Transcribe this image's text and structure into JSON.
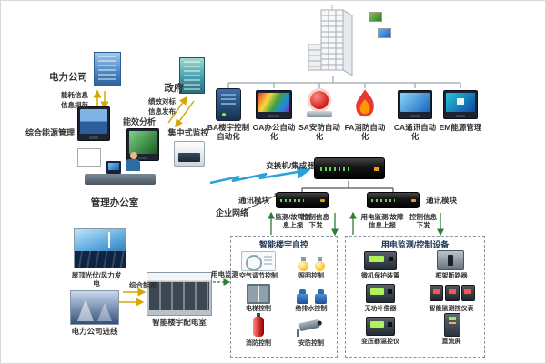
{
  "colors": {
    "arrow_yellow": "#d4a800",
    "arrow_green": "#2e7d32",
    "lightning_blue": "#2aa1d9",
    "line_gray": "#9aa3ad",
    "line_dark": "#555555"
  },
  "external": {
    "power_company": "电力公司",
    "government": "政府",
    "arrows": {
      "energy_info": "能耗信息",
      "info_standard": "信息规范",
      "benchmark": "绩效对标",
      "info_publish": "信息发布"
    }
  },
  "office": {
    "integrated_mgmt": "综合能源管理",
    "efficiency_analysis": "能效分析",
    "central_monitoring": "集中式监控",
    "management_office": "管理办公室"
  },
  "building_systems": [
    {
      "label": "BA楼宇控制自动化"
    },
    {
      "label": "OA办公自动化"
    },
    {
      "label": "SA安防自动化"
    },
    {
      "label": "FA消防自动化"
    },
    {
      "label": "CA通讯自动化"
    },
    {
      "label": "EM能源管理"
    }
  ],
  "network": {
    "switch": "交换机/集成器",
    "comm_module_left": "通讯模块",
    "comm_module_right": "通讯模块",
    "enterprise": "企业网络",
    "flows": {
      "report_left": "监测/故障信息上报",
      "control_left": "控制信息下发",
      "report_right": "用电监测/故障信息上报",
      "control_right": "控制信息下发"
    }
  },
  "building_auto": {
    "title": "智能楼宇自控",
    "items": [
      {
        "label": "空气调节控制"
      },
      {
        "label": "照明控制"
      },
      {
        "label": "电梯控制"
      },
      {
        "label": "给排水控制"
      },
      {
        "label": "消防控制"
      },
      {
        "label": "安防控制"
      }
    ]
  },
  "power_devices": {
    "title": "用电监测/控制设备",
    "items": [
      {
        "label": "微机保护装置"
      },
      {
        "label": "框架断路器"
      },
      {
        "label": "无功补偿器"
      },
      {
        "label": "智能监测控仪表"
      },
      {
        "label": "变压器温控仪"
      },
      {
        "label": "直流屏"
      }
    ]
  },
  "supply": {
    "pv_wind": "屋顶光伏/风力发电",
    "integrated_energy": "综合能源",
    "grid_line": "电力公司进线",
    "distribution_room": "智能楼宇配电室",
    "power_monitoring": "用电监测"
  }
}
